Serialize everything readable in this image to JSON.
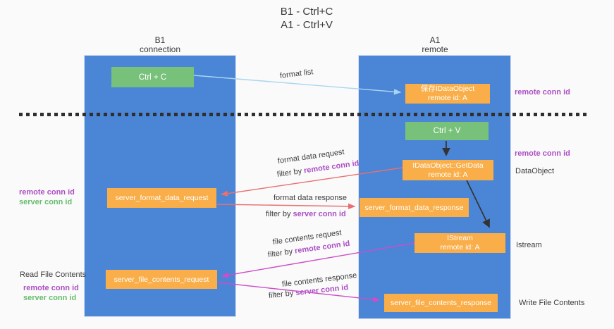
{
  "title": {
    "line1": "B1 - Ctrl+C",
    "line2": "A1 - Ctrl+V"
  },
  "columns": {
    "left": {
      "title": "B1",
      "subtitle": "connection"
    },
    "right": {
      "title": "A1",
      "subtitle": "remote"
    }
  },
  "nodes": {
    "ctrl_c": {
      "label": "Ctrl + C"
    },
    "save_idataobject": {
      "line1": "保存IDataObject",
      "line2": "remote id: A"
    },
    "ctrl_v": {
      "label": "Ctrl + V"
    },
    "getdata": {
      "line1": "IDataObject::GetData",
      "line2": "remote id: A"
    },
    "format_request": {
      "label": "server_format_data_request"
    },
    "format_response": {
      "label": "server_format_data_response"
    },
    "istream": {
      "line1": "IStream",
      "line2": "remote id: A"
    },
    "file_request": {
      "label": "server_file_contents_request"
    },
    "file_response": {
      "label": "server_file_contents_response"
    }
  },
  "side_labels": {
    "right_remote_top": "remote conn id",
    "right_remote_mid": "remote conn id",
    "dataobject": "DataObject",
    "istream": "Istream",
    "write_file_contents": "Write File Contents",
    "left_remote_format": "remote conn id",
    "left_server_format": "server conn id",
    "read_file_contents": "Read File Contents",
    "left_remote_file": "remote conn id",
    "left_server_file": "server conn id"
  },
  "arrows": {
    "format_list": {
      "label": "format list"
    },
    "format_request": {
      "label": "format data request",
      "filter_prefix": "filter by ",
      "filter_key": "remote conn id"
    },
    "format_response": {
      "label": "format data response",
      "filter_prefix": "filter by ",
      "filter_key": "server conn id"
    },
    "file_request": {
      "label": "file contents request",
      "filter_prefix": "filter by ",
      "filter_key": "remote conn id"
    },
    "file_response": {
      "label": "file contents response",
      "filter_prefix": "filter by ",
      "filter_key": "server conn id"
    }
  },
  "colors": {
    "column_blue": "#4a85d6",
    "box_green": "#77c17a",
    "box_orange": "#f9ae49",
    "purple_text": "#ab4fc3",
    "green_text": "#66bd6d",
    "arrow_light_blue": "#a9d5f2",
    "arrow_salmon": "#e87070",
    "arrow_magenta": "#cc4ec9",
    "arrow_black": "#333333",
    "background": "#fafafa"
  }
}
